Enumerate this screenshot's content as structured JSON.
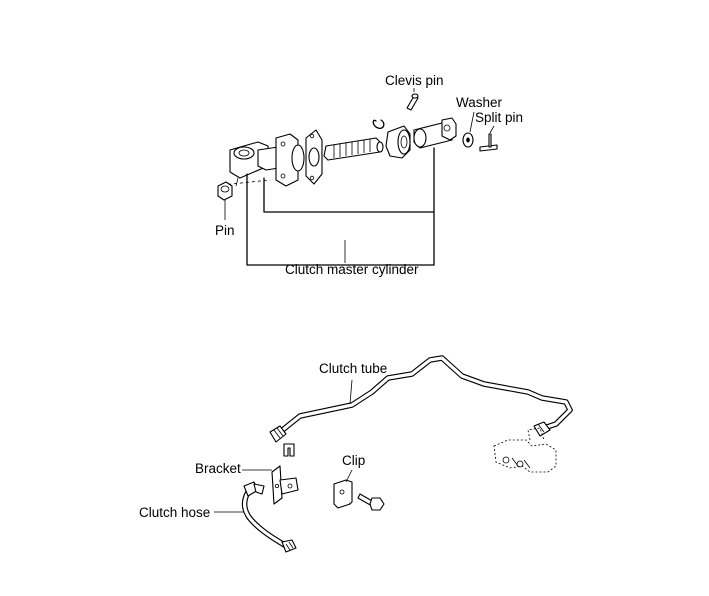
{
  "labels": {
    "clevis_pin": "Clevis pin",
    "washer": "Washer",
    "split_pin": "Split pin",
    "pin": "Pin",
    "clutch_master_cylinder": "Clutch master cylinder",
    "clutch_tube": "Clutch tube",
    "bracket": "Bracket",
    "clip": "Clip",
    "clutch_hose": "Clutch hose"
  }
}
